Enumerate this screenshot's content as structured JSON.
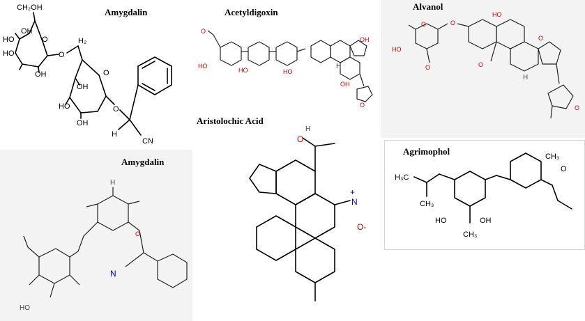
{
  "panels": {
    "amygdalin_top": {
      "title": "Amygdalin",
      "atoms": {
        "ch2oh": "CH₂OH",
        "oh1": "OH",
        "ho1": "HO",
        "ho2": "HO",
        "oh2": "OH",
        "o_link": "O",
        "h2": "H₂",
        "oh3": "OH",
        "ho3": "HO",
        "oh4": "OH",
        "o2": "O",
        "h": "H",
        "cn": "CN",
        "o_ring1": "O",
        "o_ring2": "O"
      }
    },
    "acetyldigoxin": {
      "title": "Acetyldigoxin",
      "atoms": {
        "ho_a": "HO",
        "ho_b": "HO",
        "ho_c": "HO",
        "oh_a": "OH",
        "oh_b": "OH",
        "o_a": "O",
        "o_b": "O",
        "h": "H"
      }
    },
    "alvanol": {
      "title": "Alvanol",
      "atoms": {
        "ho": "HO",
        "o_ring": "O",
        "o_link": "O",
        "ho2": "HO",
        "h": "H",
        "o_methoxy": "O",
        "o_ald": "O",
        "o_lac": "O",
        "o_keto": "O"
      }
    },
    "amygdalin_bottom": {
      "title": "Amygdalin",
      "atoms": {
        "h": "H",
        "o": "O",
        "n": "N",
        "ho": "HO"
      }
    },
    "aristolochic": {
      "title": "Aristolochic Acid",
      "atoms": {
        "h": "H",
        "o": "O",
        "o_minus": "O-",
        "n": "N",
        "plus": "+"
      }
    },
    "agrimophol": {
      "title": "Agrimophol",
      "atoms": {
        "ho": "HO",
        "oh": "OH",
        "o": "O",
        "h3c": "H₃C",
        "ch3": "CH₃",
        "ch3_b": "CH₃",
        "me": "CH₃"
      }
    }
  }
}
